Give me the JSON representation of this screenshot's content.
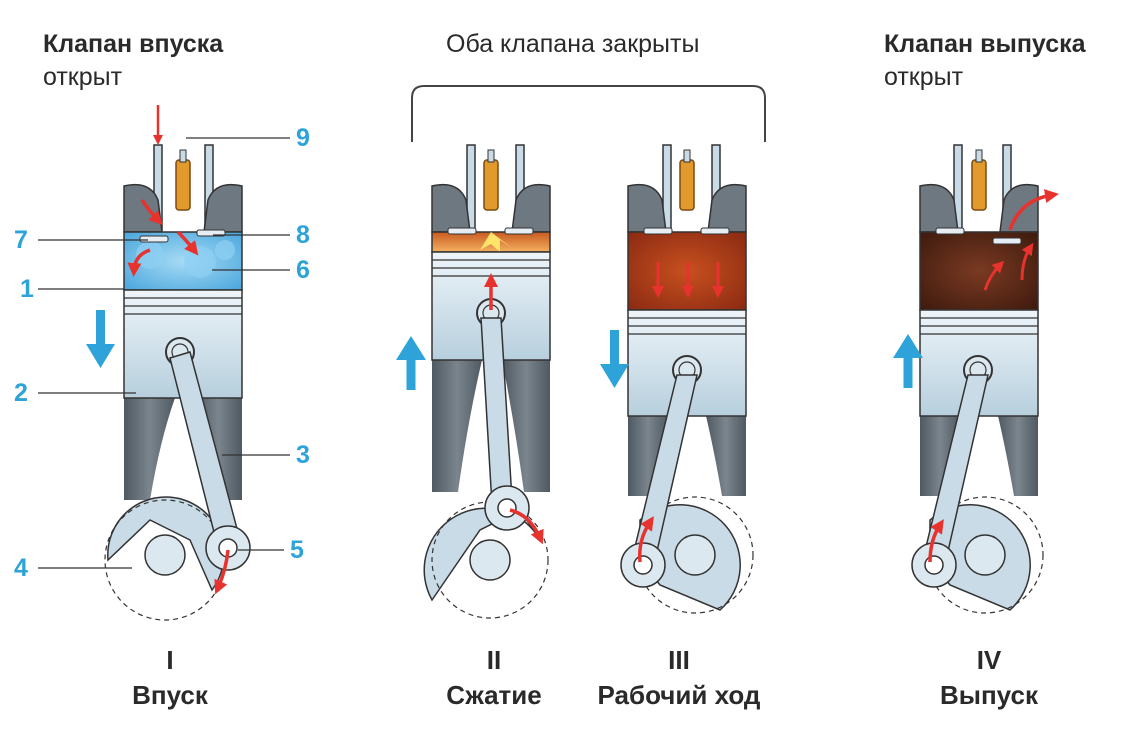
{
  "headers": {
    "intake_title": "Клапан впуска",
    "intake_sub": "открыт",
    "both_closed": "Оба клапана закрыты",
    "exhaust_title": "Клапан выпуска",
    "exhaust_sub": "открыт"
  },
  "strokes": [
    {
      "roman": "I",
      "name": "Впуск"
    },
    {
      "roman": "II",
      "name": "Сжатие"
    },
    {
      "roman": "III",
      "name": "Рабочий ход"
    },
    {
      "roman": "IV",
      "name": "Выпуск"
    }
  ],
  "part_numbers": [
    "1",
    "2",
    "3",
    "4",
    "5",
    "6",
    "7",
    "8",
    "9"
  ],
  "colors": {
    "label_blue": "#2ea3d9",
    "arrow_red": "#e8322d",
    "fresh_charge": "#6fc0ea",
    "combustion": "#b8421b",
    "exhaust_gas": "#5a2616",
    "metal": "#c9dbe6"
  }
}
